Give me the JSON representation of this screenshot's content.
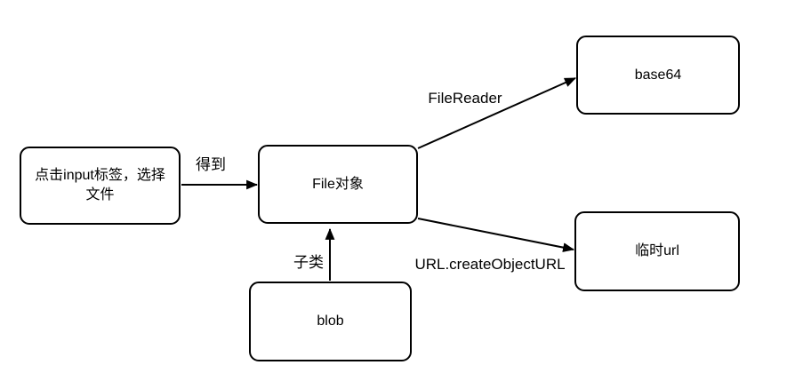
{
  "diagram": {
    "background_color": "#ffffff",
    "stroke_color": "#000000",
    "nodes": {
      "input": {
        "label": "点击input标签，选择\n文件"
      },
      "file": {
        "label": "File对象"
      },
      "base64": {
        "label": "base64"
      },
      "tempurl": {
        "label": "临时url"
      },
      "blob": {
        "label": "blob"
      }
    },
    "edges": {
      "input_to_file": {
        "from": "input",
        "to": "file",
        "label": "得到"
      },
      "file_to_base64": {
        "from": "file",
        "to": "base64",
        "label": "FileReader"
      },
      "file_to_tempurl": {
        "from": "file",
        "to": "tempurl",
        "label": "URL.createObjectURL"
      },
      "blob_to_file": {
        "from": "blob",
        "to": "file",
        "label": "子类"
      }
    }
  }
}
